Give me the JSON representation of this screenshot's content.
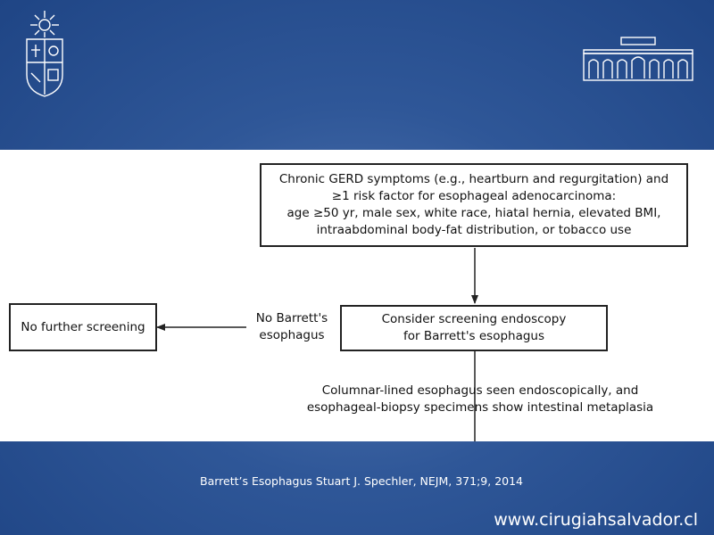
{
  "logos": {
    "left": "university-crest-icon",
    "right": "building-facade-icon"
  },
  "diagram": {
    "top_box": {
      "lines": [
        "Chronic GERD symptoms (e.g., heartburn and regurgitation) and",
        "≥1 risk factor for esophageal adenocarcinoma:",
        "age ≥50 yr, male sex, white race, hiatal hernia, elevated BMI,",
        "intraabdominal body-fat distribution, or tobacco use"
      ]
    },
    "middle_box": {
      "lines": [
        "Consider screening endoscopy",
        "for Barrett's esophagus"
      ]
    },
    "left_box": {
      "lines": [
        "No further screening"
      ]
    },
    "no_barrett_label": {
      "lines": [
        "No Barrett's",
        "esophagus"
      ]
    },
    "finding_label": {
      "lines": [
        "Columnar-lined esophagus seen endoscopically, and",
        "esophageal-biopsy specimens show intestinal metaplasia"
      ]
    }
  },
  "footer": {
    "citation": "Barrett’s Esophagus Stuart J. Spechler, NEJM, 371;9, 2014",
    "website": "www.cirugiahsalvador.cl"
  }
}
